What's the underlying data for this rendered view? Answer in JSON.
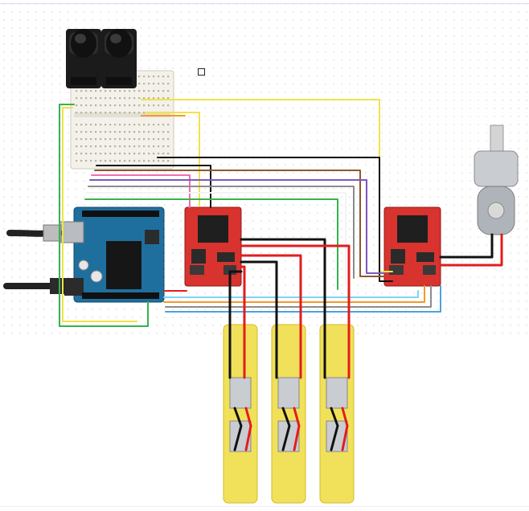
{
  "diagram": {
    "components": [
      {
        "id": "joystick-left",
        "kind": "joystick module"
      },
      {
        "id": "joystick-right",
        "kind": "joystick module"
      },
      {
        "id": "breadboard",
        "kind": "half breadboard"
      },
      {
        "id": "arduino-uno",
        "kind": "arduino uno board"
      },
      {
        "id": "usb-cable",
        "kind": "usb cable"
      },
      {
        "id": "power-jack",
        "kind": "dc barrel power cable"
      },
      {
        "id": "motor-driver-1",
        "kind": "L298N motor driver"
      },
      {
        "id": "motor-driver-2",
        "kind": "L298N motor driver"
      },
      {
        "id": "gear-motor-top",
        "kind": "dc gear motor"
      },
      {
        "id": "yellow-motor-1",
        "kind": "yellow tt gear motor"
      },
      {
        "id": "yellow-motor-2",
        "kind": "yellow tt gear motor"
      },
      {
        "id": "yellow-motor-3",
        "kind": "yellow tt gear motor"
      }
    ],
    "wire_colors": {
      "red": "#e11d1d",
      "black": "#111111",
      "yellow": "#f2e24a",
      "orange": "#f39a2a",
      "green": "#37b34a",
      "blue": "#4aa3df",
      "gray": "#8c8c8c",
      "purple": "#7e57c2",
      "brown": "#8b5a2b",
      "white": "#f4f4f4",
      "pink": "#f06fb0",
      "lightblue": "#7fd3f7"
    },
    "palette": {
      "driver_red": "#d8332e",
      "arduino_blue": "#1f6f9e",
      "motor_yellow": "#f1e15a",
      "motor_silver": "#c9ccd1"
    }
  }
}
